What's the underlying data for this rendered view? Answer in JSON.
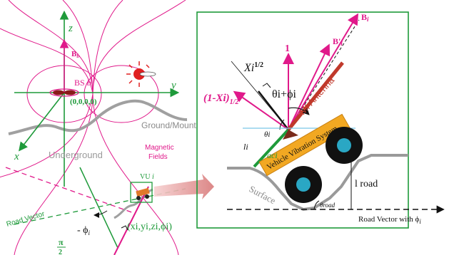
{
  "left": {
    "axis_z": "z",
    "axis_y": "y",
    "axis_x": "x",
    "b_field": "B",
    "b_field_sub": "b",
    "bs_label": "BS",
    "bs_index": "b",
    "origin": "(0,0,0,0)",
    "ground": "Ground/Mount",
    "underground": "Underground",
    "magnetic_fields": "Magnetic\nFields",
    "vu_label": "VU",
    "vu_index": "i",
    "road_vector": "Road Vector",
    "neg_phi": "- ϕ",
    "neg_phi_sub": "i",
    "coords": "(xi,yi,zi,ϕi)",
    "pi_half_num": "π",
    "pi_half_den": "2"
  },
  "right": {
    "b_i": "B",
    "b_i_sub": "i",
    "b_prime_i": "B'",
    "b_prime_sub": "i",
    "one": "1",
    "xi_half": "Xi",
    "xi_half_sup": "1/2",
    "theta_phi": "θi+ϕi",
    "one_minus_xi": "(1-Xi)",
    "one_minus_xi_sup": "1/2",
    "mi_antenna": "MI Antenna",
    "vvs": "Vehicle Vibration System",
    "theta_i": "θi",
    "l_i": "li",
    "a_ci": "aci",
    "l_road": "l road",
    "surface": "Surface",
    "theta_road": "θroad",
    "road_vector_phi": "Road Vector with ϕ",
    "road_vector_phi_sub": "i"
  },
  "colors": {
    "magenta": "#e0198a",
    "green": "#1e9a3a",
    "gray": "#9a9a9a",
    "red": "#d9262a",
    "orange": "#f0a020",
    "teal": "#2aa7c4"
  }
}
